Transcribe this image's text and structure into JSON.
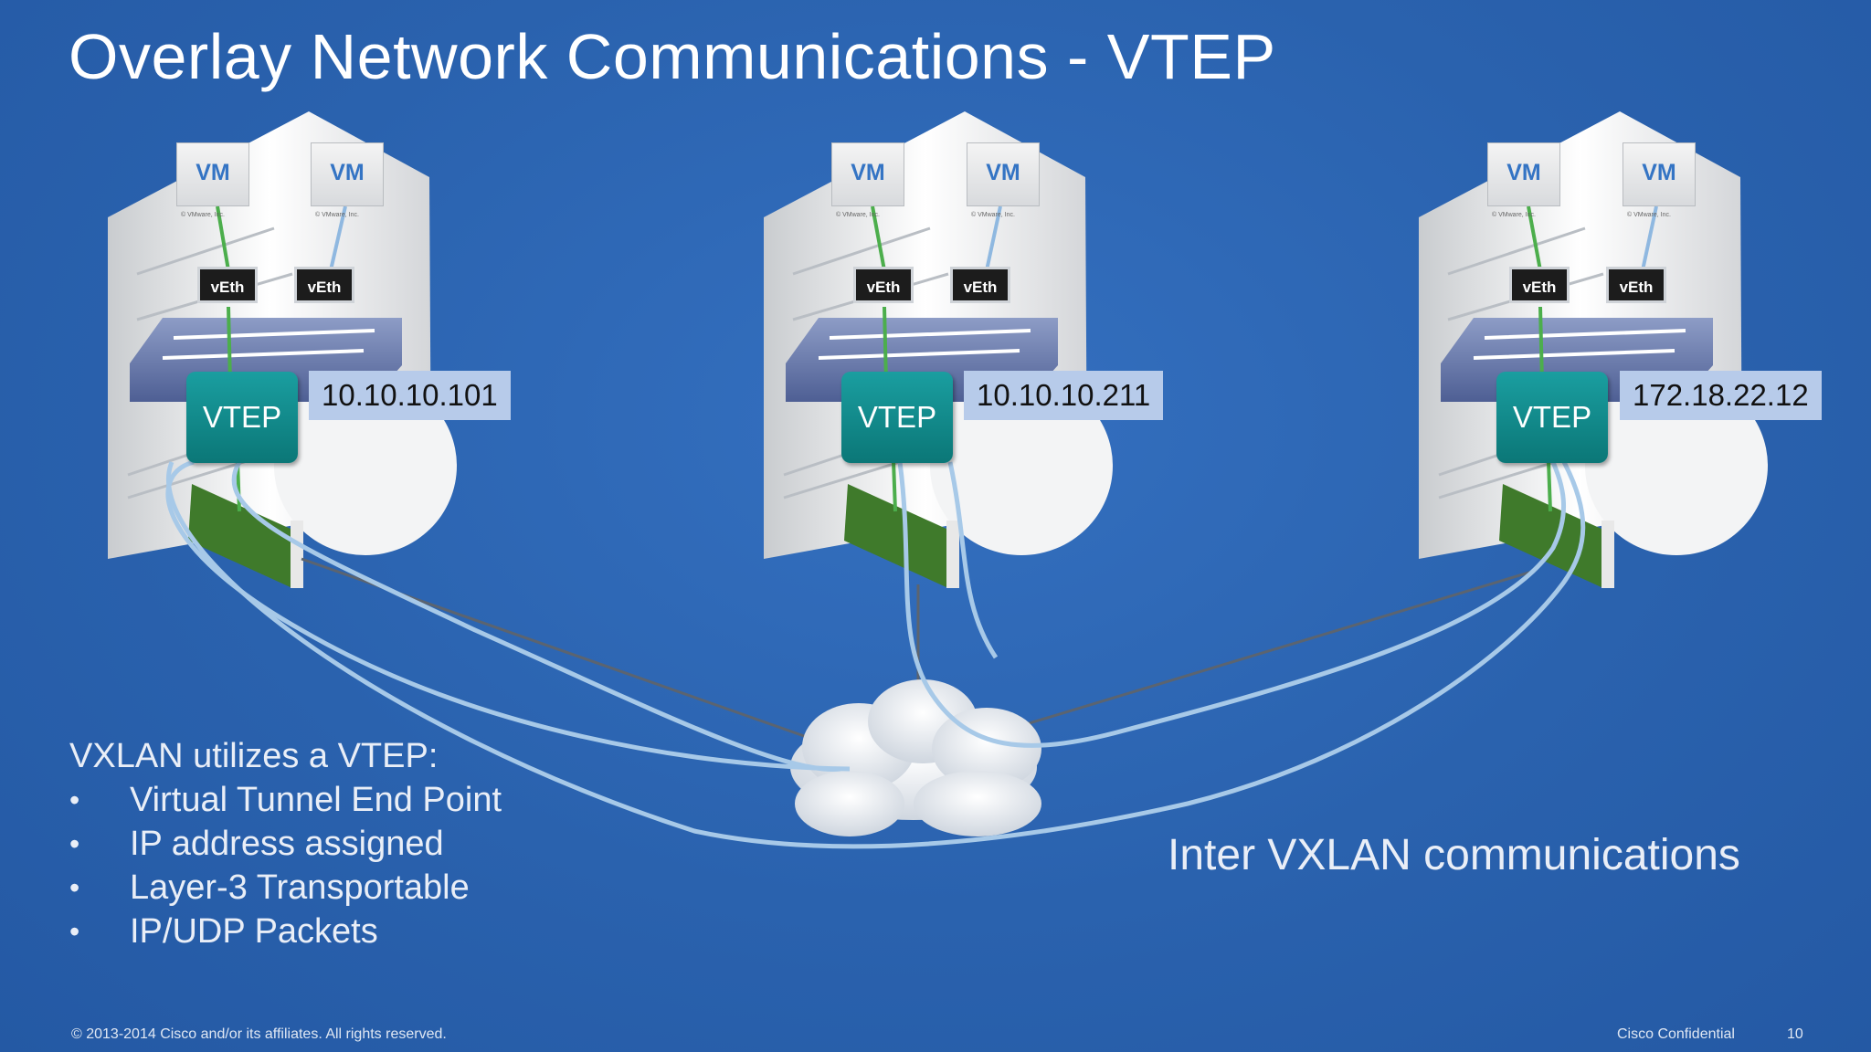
{
  "title": "Overlay Network Communications - VTEP",
  "hosts": [
    {
      "vms": [
        "VM",
        "VM"
      ],
      "vm_caption": "© VMware, Inc.",
      "veths": [
        "vEth",
        "vEth"
      ],
      "vtep_label": "VTEP",
      "ip": "10.10.10.101"
    },
    {
      "vms": [
        "VM",
        "VM"
      ],
      "vm_caption": "© VMware, Inc.",
      "veths": [
        "vEth",
        "vEth"
      ],
      "vtep_label": "VTEP",
      "ip": "10.10.10.211"
    },
    {
      "vms": [
        "VM",
        "VM"
      ],
      "vm_caption": "© VMware, Inc.",
      "veths": [
        "vEth",
        "vEth"
      ],
      "vtep_label": "VTEP",
      "ip": "172.18.22.12"
    }
  ],
  "explanation": {
    "lead": "VXLAN utilizes a VTEP:",
    "bullets": [
      "Virtual Tunnel End Point",
      "IP address assigned",
      "Layer-3 Transportable",
      "IP/UDP Packets"
    ]
  },
  "caption": "Inter VXLAN communications",
  "footer": {
    "copyright": "© 2013-2014  Cisco and/or its affiliates. All rights reserved.",
    "confidential": "Cisco Confidential",
    "page": "10"
  },
  "colors": {
    "background": "#2b63b0",
    "vtep": "#0f8a8a",
    "ip_label": "#b7cbea",
    "tunnel": "#a7c9e8",
    "green_link": "#4cae4c"
  }
}
